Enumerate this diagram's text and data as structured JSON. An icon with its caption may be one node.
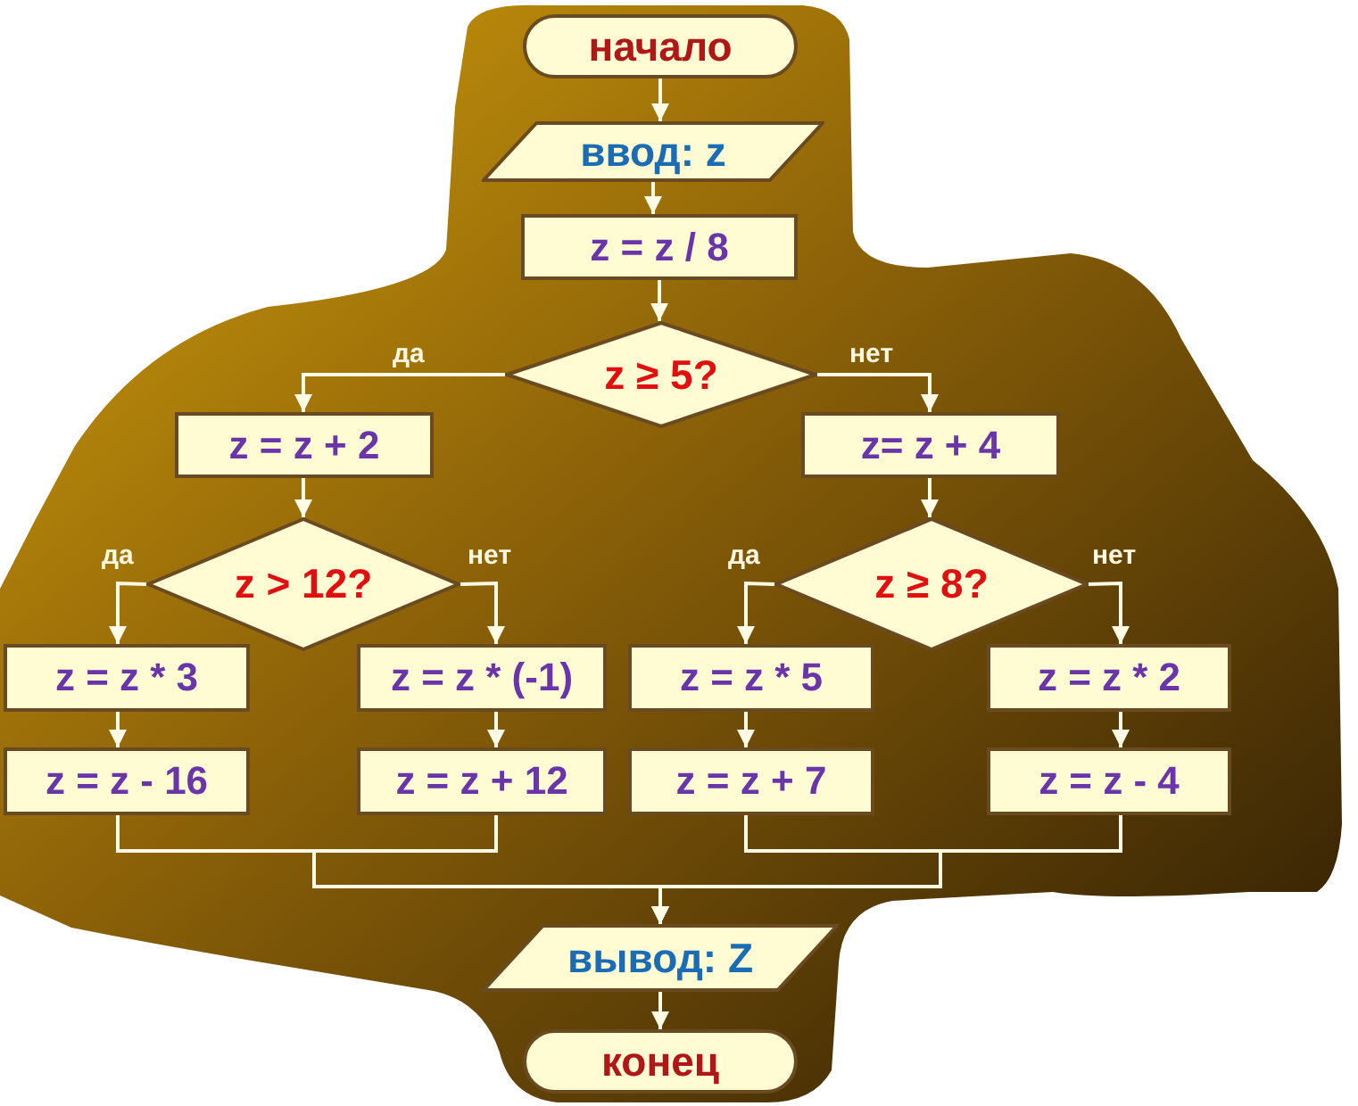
{
  "diagram": {
    "nodes": [
      {
        "text": [
          "начало"
        ]
      },
      {
        "text": [
          "ввод: z"
        ]
      },
      {
        "text": [
          "z = z / 8"
        ]
      },
      {
        "text": [
          "z ≥ 5?"
        ]
      },
      {
        "text": [
          "z = z + 2"
        ]
      },
      {
        "text": [
          "z= z + 4"
        ]
      },
      {
        "text": [
          "z > 12?"
        ]
      },
      {
        "text": [
          "z ≥ 8?"
        ]
      },
      {
        "text": [
          "z = z * 3"
        ]
      },
      {
        "text": [
          "z = z * (-1)"
        ]
      },
      {
        "text": [
          "z = z * 5"
        ]
      },
      {
        "text": [
          "z = z * 2"
        ]
      },
      {
        "text": [
          "z = z - 16"
        ]
      },
      {
        "text": [
          "z = z + 12"
        ]
      },
      {
        "text": [
          "z = z + 7"
        ]
      },
      {
        "text": [
          "z = z - 4"
        ]
      },
      {
        "text": [
          "вывод: Z"
        ]
      },
      {
        "text": [
          "конец"
        ]
      }
    ],
    "edges": [
      {
        "from": 0,
        "to": 1,
        "arrow": "to"
      },
      {
        "from": 1,
        "to": 2,
        "arrow": "to"
      },
      {
        "from": 2,
        "to": 3,
        "arrow": "to"
      },
      {
        "from": 3,
        "to": 4,
        "arrow": "to",
        "label": "да"
      },
      {
        "from": 3,
        "to": 5,
        "arrow": "to",
        "label": "нет"
      },
      {
        "from": 4,
        "to": 6,
        "arrow": "to"
      },
      {
        "from": 5,
        "to": 7,
        "arrow": "to"
      },
      {
        "from": 6,
        "to": 8,
        "arrow": "to",
        "label": "да"
      },
      {
        "from": 6,
        "to": 9,
        "arrow": "to",
        "label": "нет"
      },
      {
        "from": 7,
        "to": 10,
        "arrow": "to",
        "label": "да"
      },
      {
        "from": 7,
        "to": 11,
        "arrow": "to",
        "label": "нет"
      },
      {
        "from": 8,
        "to": 12,
        "arrow": "to"
      },
      {
        "from": 9,
        "to": 13,
        "arrow": "to"
      },
      {
        "from": 10,
        "to": 14,
        "arrow": "to"
      },
      {
        "from": 11,
        "to": 15,
        "arrow": "to"
      },
      {
        "from": 12,
        "to": 16,
        "arrow": "to"
      },
      {
        "from": 13,
        "to": 16,
        "arrow": "to"
      },
      {
        "from": 14,
        "to": 16,
        "arrow": "to"
      },
      {
        "from": 15,
        "to": 16,
        "arrow": "to"
      },
      {
        "from": 16,
        "to": 17,
        "arrow": "to"
      }
    ]
  }
}
